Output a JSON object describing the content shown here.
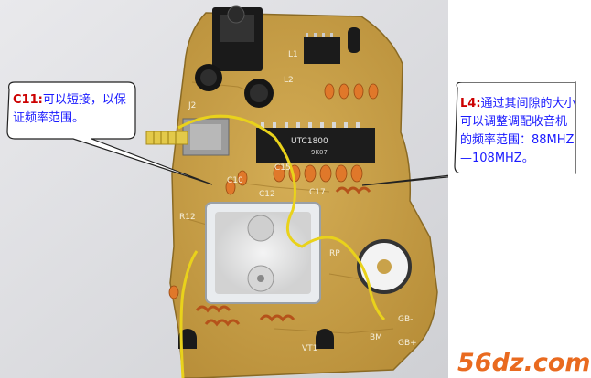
{
  "callouts": {
    "left": {
      "label": "C11:",
      "text": "可以短接，以保证频率范围。"
    },
    "right": {
      "label": "L4:",
      "text": "通过其间隙的大小可以调整调配收音机的频率范围：88MHZ—108MHZ。"
    }
  },
  "board_labels": {
    "chip": "UTC1800",
    "chip_code": "9K07",
    "l1": "L1",
    "l2": "L2",
    "j2": "J2",
    "c10": "C10",
    "c12": "C12",
    "c15": "C15",
    "c17": "C17",
    "r12": "R12",
    "vt1": "VT1",
    "rp": "RP",
    "gb_minus": "GB-",
    "gb_plus": "GB+",
    "bm": "BM"
  },
  "watermark": "56dz.com",
  "colors": {
    "pcb": "#caa24a",
    "callout_text": "#1a1aff",
    "callout_label": "#cc0000",
    "watermark": "#e96a1f"
  }
}
